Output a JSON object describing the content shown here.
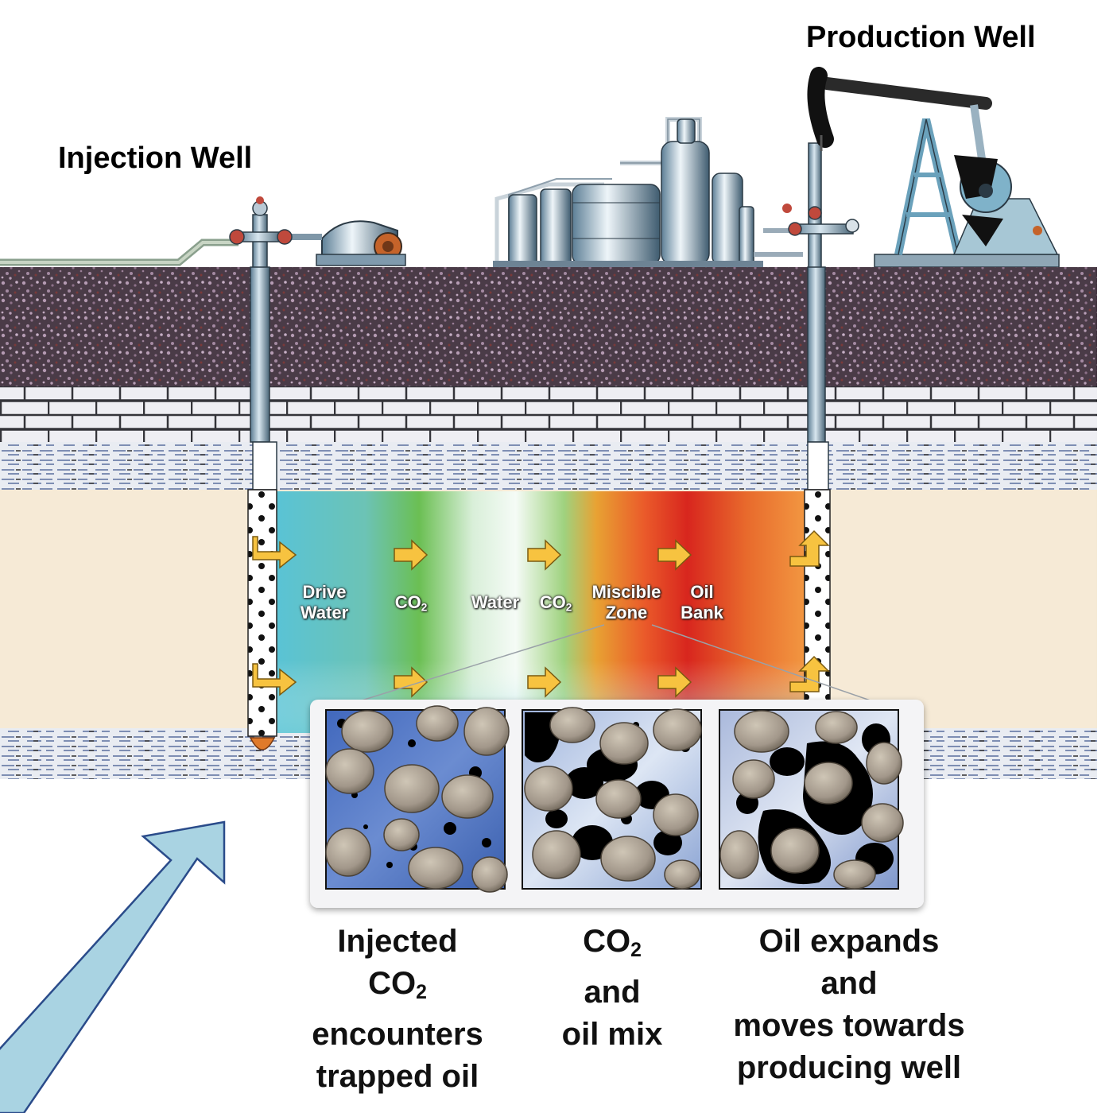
{
  "titles": {
    "injection_well": "Injection Well",
    "production_well": "Production Well"
  },
  "zones": {
    "drive_water": [
      "Drive",
      "Water"
    ],
    "co2_a": [
      "CO",
      "2"
    ],
    "water": "Water",
    "co2_b": [
      "CO",
      "2"
    ],
    "miscible_zone": [
      "Miscible",
      "Zone"
    ],
    "oil_bank": [
      "Oil",
      "Bank"
    ]
  },
  "captions": {
    "panel1": {
      "line1": "Injected",
      "line2_main": "CO",
      "line2_sub": "2",
      "line3": "encounters",
      "line4": "trapped oil"
    },
    "panel2": {
      "line1_main": "CO",
      "line1_sub": "2",
      "line2": "and",
      "line3": "oil mix"
    },
    "panel3": {
      "line1": "Oil expands",
      "line2": "and",
      "line3": "moves towards",
      "line4": "producing well"
    }
  },
  "colors": {
    "rock_top": "#4a3a45",
    "limestone": "#eeeef2",
    "shale_bg": "#e9ecf2",
    "reservoir_sand": "#f6ead6",
    "flow_arrow": "#f7c340",
    "big_arrow_fill": "#a9d3e2",
    "big_arrow_stroke": "#2a4b8a",
    "pore_blue": "#3e63b8",
    "grain": "#a59a89",
    "oil": "#000000"
  }
}
